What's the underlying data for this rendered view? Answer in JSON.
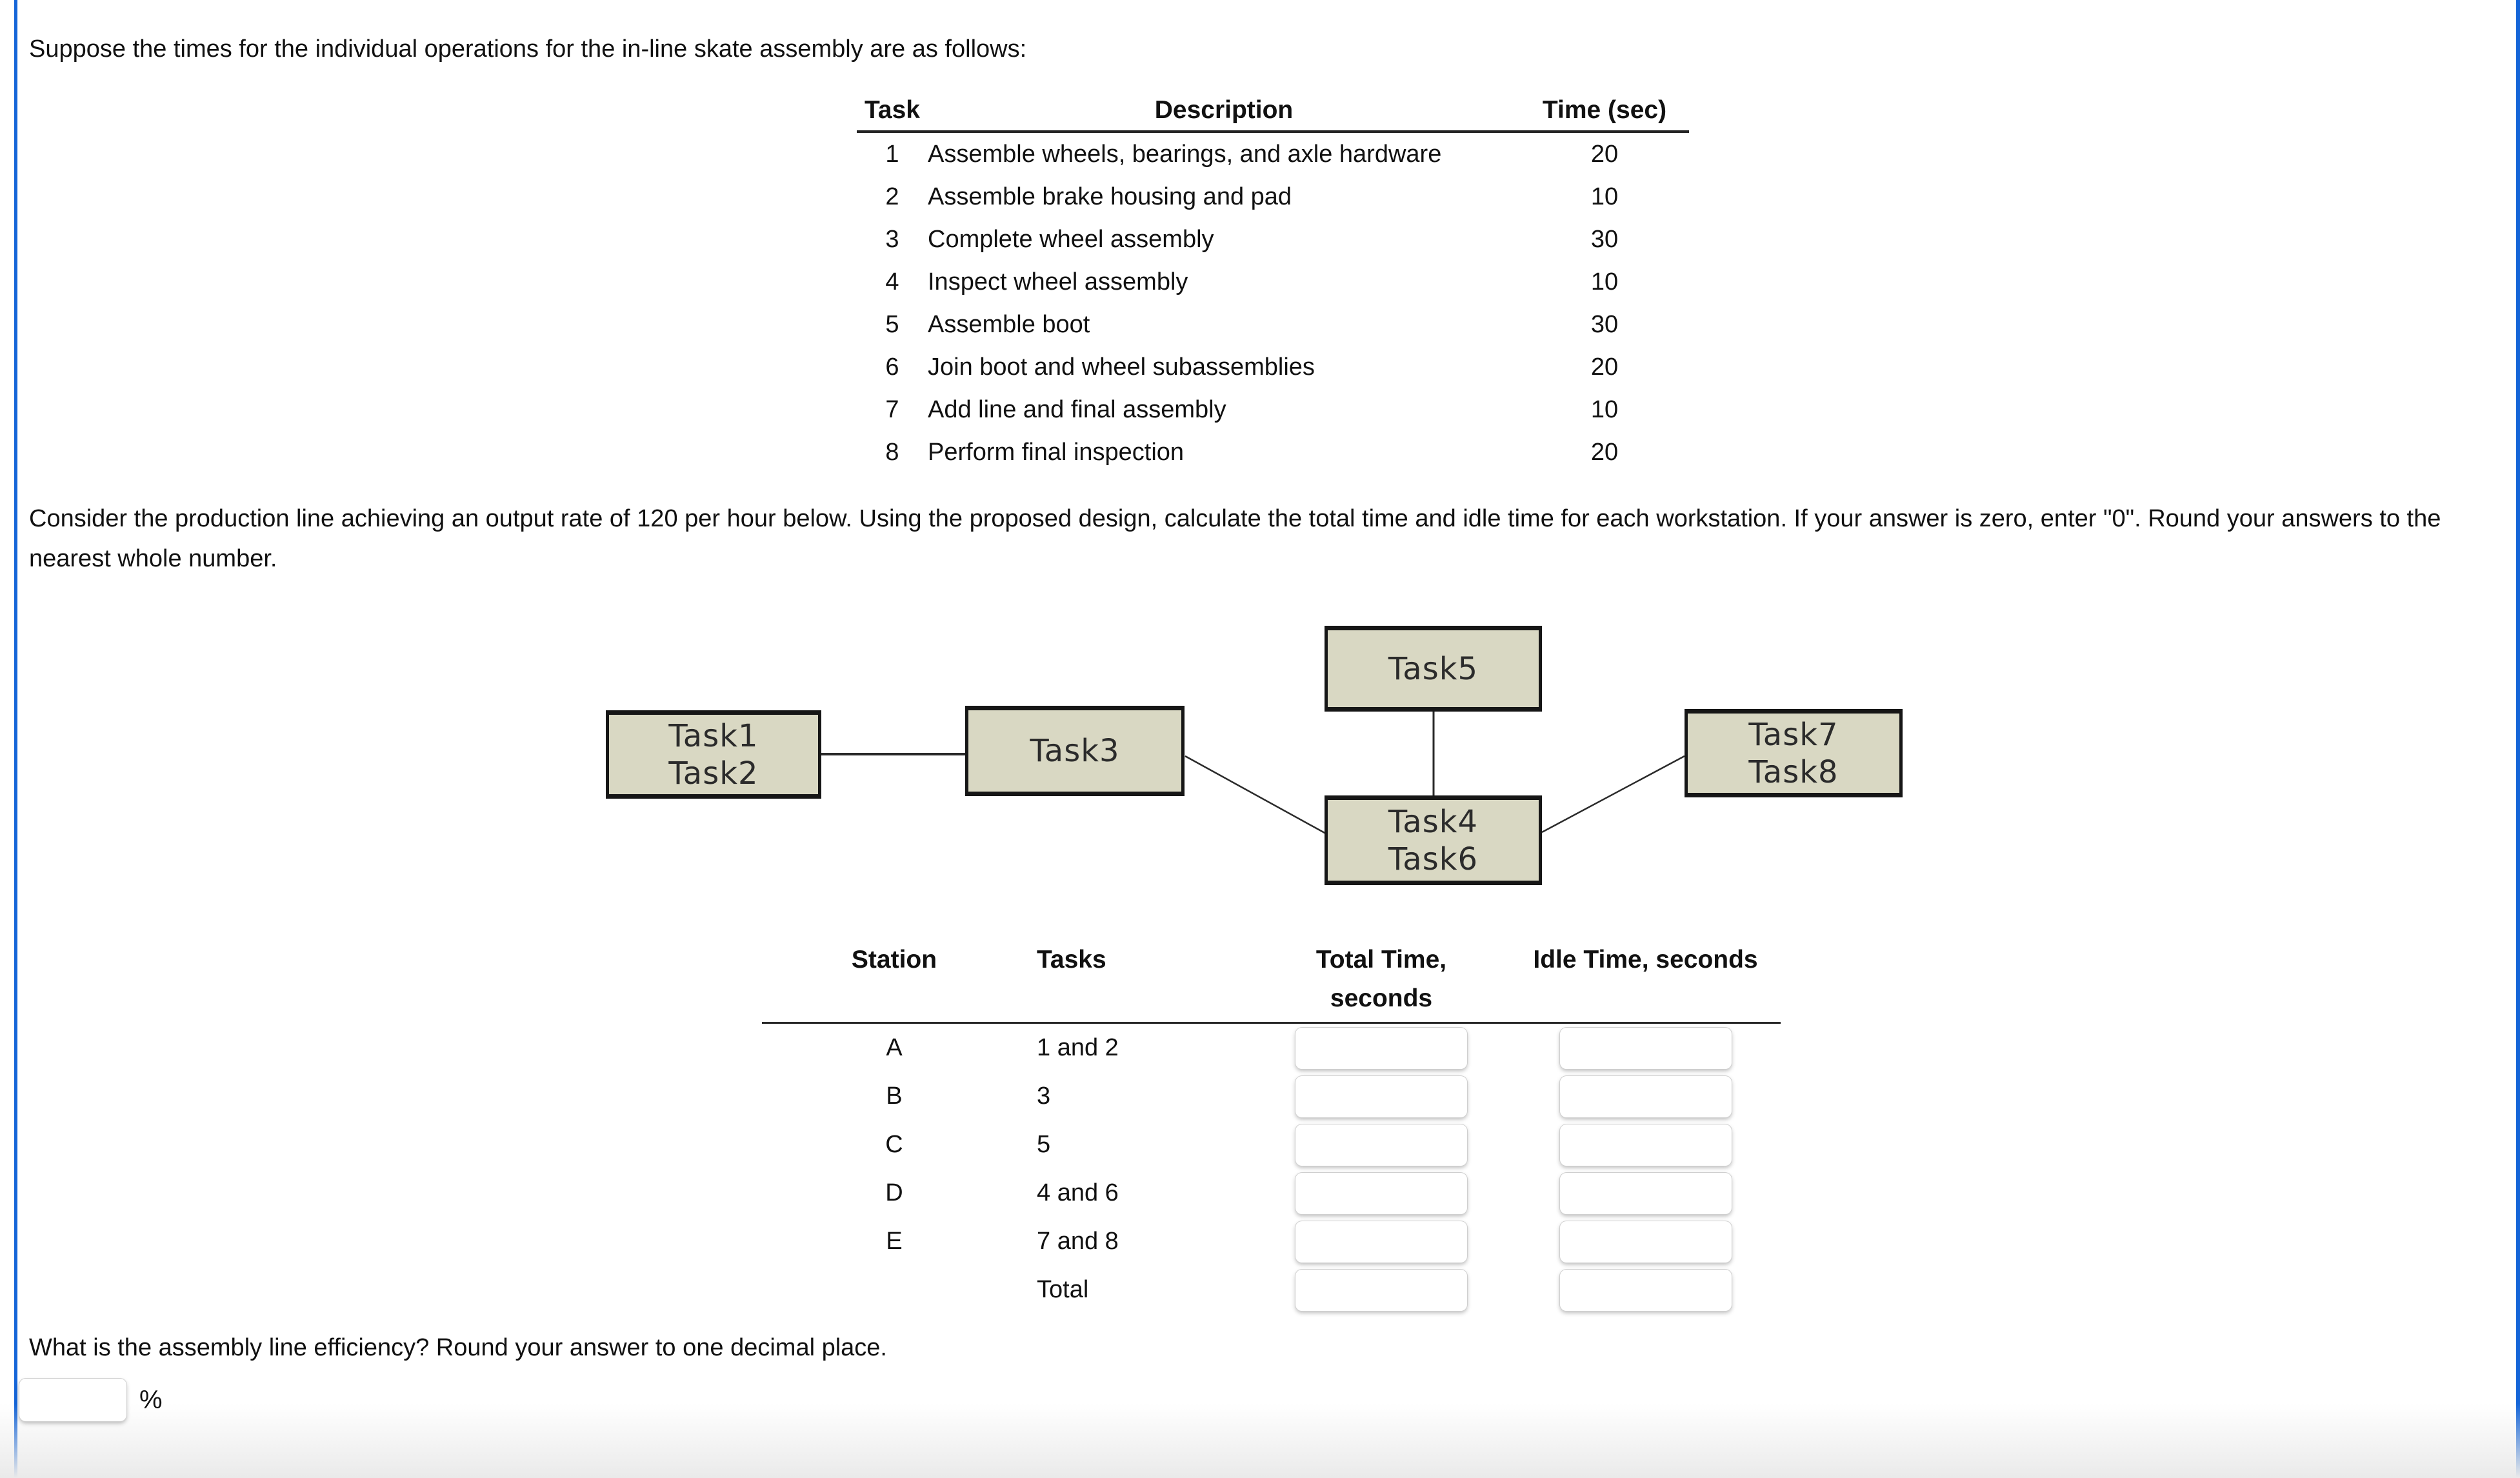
{
  "intro": "Suppose the times for the individual operations for the in-line skate assembly are as follows:",
  "task_table": {
    "header": {
      "task": "Task",
      "description": "Description",
      "time": "Time (sec)"
    },
    "rows": [
      {
        "num": "1",
        "desc": "Assemble wheels, bearings, and axle hardware",
        "time": "20"
      },
      {
        "num": "2",
        "desc": "Assemble brake housing and pad",
        "time": "10"
      },
      {
        "num": "3",
        "desc": "Complete wheel assembly",
        "time": "30"
      },
      {
        "num": "4",
        "desc": "Inspect wheel assembly",
        "time": "10"
      },
      {
        "num": "5",
        "desc": "Assemble boot",
        "time": "30"
      },
      {
        "num": "6",
        "desc": "Join boot and wheel subassemblies",
        "time": "20"
      },
      {
        "num": "7",
        "desc": "Add line and final assembly",
        "time": "10"
      },
      {
        "num": "8",
        "desc": "Perform final inspection",
        "time": "20"
      }
    ]
  },
  "instruction": "Consider the production line achieving an output rate of 120 per hour below. Using the proposed design, calculate the total time and idle time for each workstation. If your answer is zero, enter \"0\". Round your answers to the nearest whole number.",
  "diagram": {
    "box_1_2": {
      "line1": "Task1",
      "line2": "Task2"
    },
    "box_3": {
      "line1": "Task3"
    },
    "box_5": {
      "line1": "Task5"
    },
    "box_4_6": {
      "line1": "Task4",
      "line2": "Task6"
    },
    "box_7_8": {
      "line1": "Task7",
      "line2": "Task8"
    }
  },
  "station_table": {
    "header": {
      "station": "Station",
      "tasks": "Tasks",
      "total_line1": "Total Time,",
      "total_line2": "seconds",
      "idle": "Idle Time, seconds"
    },
    "rows": [
      {
        "station": "A",
        "tasks": "1 and 2",
        "total_time": "",
        "idle_time": ""
      },
      {
        "station": "B",
        "tasks": "3",
        "total_time": "",
        "idle_time": ""
      },
      {
        "station": "C",
        "tasks": "5",
        "total_time": "",
        "idle_time": ""
      },
      {
        "station": "D",
        "tasks": "4 and 6",
        "total_time": "",
        "idle_time": ""
      },
      {
        "station": "E",
        "tasks": "7 and 8",
        "total_time": "",
        "idle_time": ""
      },
      {
        "station": "",
        "tasks": "Total",
        "total_time": "",
        "idle_time": ""
      }
    ]
  },
  "efficiency": {
    "question": "What is the assembly line efficiency? Round your answer to one decimal place.",
    "value": "",
    "unit": "%"
  },
  "colors": {
    "accent_blue": "#1565d8",
    "box_fill": "#d9d8c3",
    "box_border": "#161616",
    "rule": "#2b2b2b"
  }
}
